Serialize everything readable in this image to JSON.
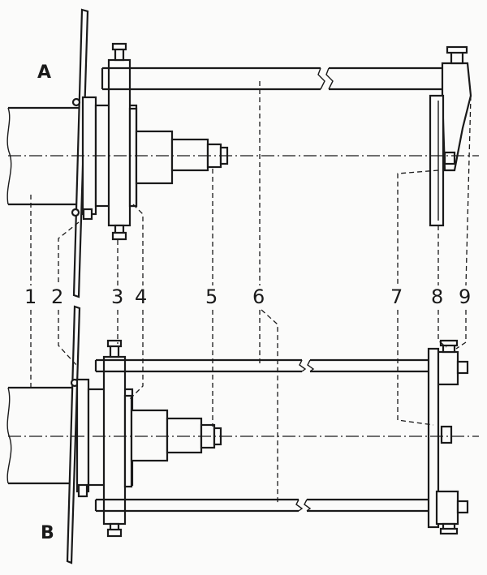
{
  "view_labels": {
    "a": "A",
    "b": "B"
  },
  "part_numbers": [
    "1",
    "2",
    "3",
    "4",
    "5",
    "6",
    "7",
    "8",
    "9"
  ],
  "colors": {
    "ink": "#1a1a1a",
    "paper": "#fbfbfa"
  }
}
